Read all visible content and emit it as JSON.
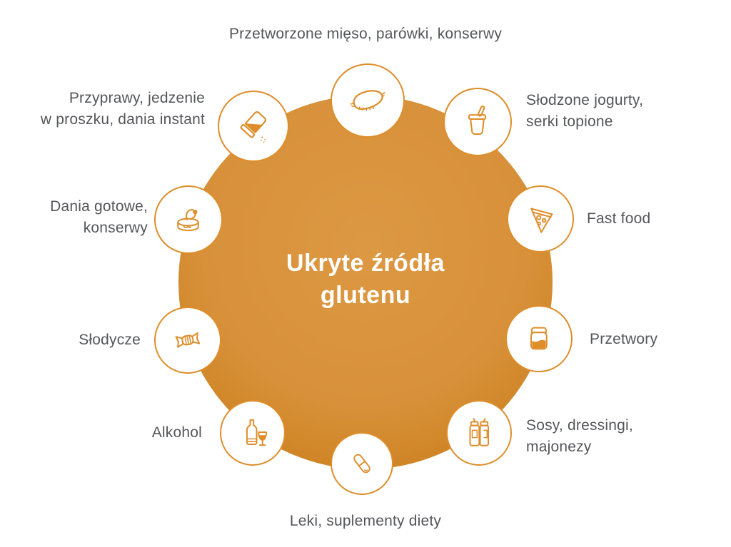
{
  "title": {
    "line1": "Ukryte źródła",
    "line2": "glutenu"
  },
  "colors": {
    "accent_orange": "#DE8D2A",
    "circle_gradient_center": "#DD9843",
    "circle_gradient_edge": "#C67810",
    "label_text": "#55565A",
    "background": "#FFFFFF"
  },
  "items": [
    {
      "id": "processed-meat",
      "label": "Przetworzone mięso, parówki, konserwy",
      "lines": [
        "Przetworzone mięso, parówki, konserwy"
      ],
      "icon": "sausage-icon"
    },
    {
      "id": "sweet-yogurts",
      "label": "Słodzone jogurty, serki topione",
      "lines": [
        "Słodzone jogurty,",
        "serki topione"
      ],
      "icon": "yogurt-cup-icon"
    },
    {
      "id": "fast-food",
      "label": "Fast food",
      "lines": [
        "Fast food"
      ],
      "icon": "pizza-slice-icon"
    },
    {
      "id": "preserves",
      "label": "Przetwory",
      "lines": [
        "Przetwory"
      ],
      "icon": "jar-icon"
    },
    {
      "id": "sauces-dressings",
      "label": "Sosy, dressingi, majonezy",
      "lines": [
        "Sosy, dressingi,",
        "majonezy"
      ],
      "icon": "sauce-bottles-icon"
    },
    {
      "id": "medicines-supplements",
      "label": "Leki, suplementy diety",
      "lines": [
        "Leki, suplementy diety"
      ],
      "icon": "pill-icon"
    },
    {
      "id": "alcohol",
      "label": "Alkohol",
      "lines": [
        "Alkohol"
      ],
      "icon": "wine-bottle-glass-icon"
    },
    {
      "id": "sweets",
      "label": "Słodycze",
      "lines": [
        "Słodycze"
      ],
      "icon": "candy-icon"
    },
    {
      "id": "ready-meals",
      "label": "Dania gotowe, konserwy",
      "lines": [
        "Dania gotowe,",
        "konserwy"
      ],
      "icon": "canned-fish-icon"
    },
    {
      "id": "spices-instant",
      "label": "Przyprawy, jedzenie w proszku, dania instant",
      "lines": [
        "Przyprawy, jedzenie",
        "w proszku, dania instant"
      ],
      "icon": "spice-shaker-icon"
    }
  ]
}
